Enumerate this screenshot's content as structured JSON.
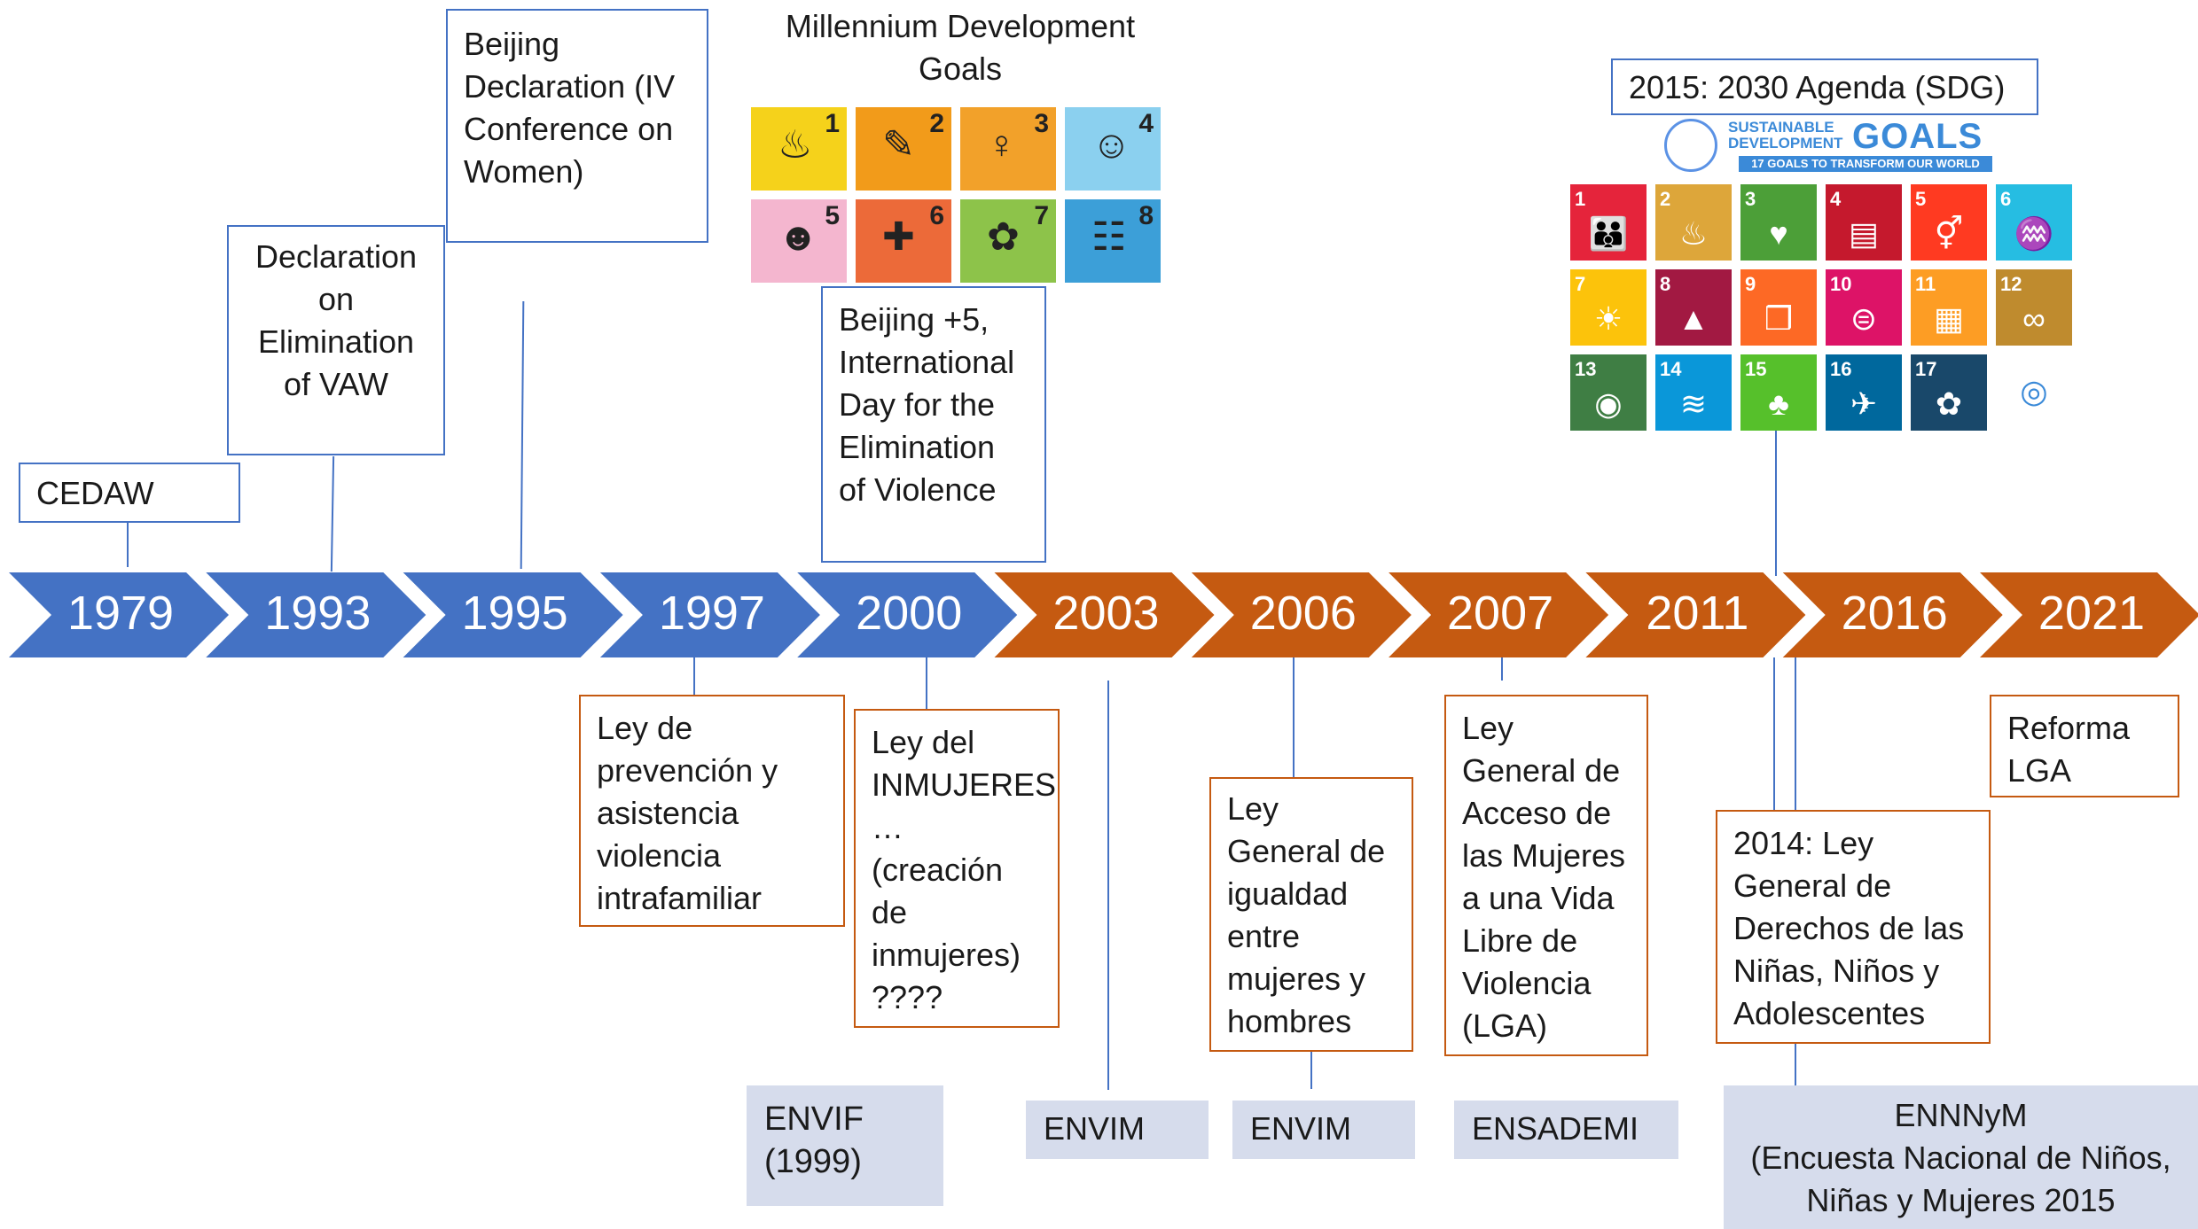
{
  "timeline": {
    "years": [
      "1979",
      "1993",
      "1995",
      "1997",
      "2000",
      "2003",
      "2006",
      "2007",
      "2011",
      "2016",
      "2021"
    ],
    "colors": {
      "blue": "#4472c4",
      "orange": "#c55a11",
      "survey_bg": "#d6dcec"
    }
  },
  "events_top": {
    "cedaw": "CEDAW",
    "vaw": [
      "Declaration",
      "on",
      "Elimination",
      "of VAW"
    ],
    "beijing": [
      "Beijing",
      "Declaration (IV",
      "Conference on",
      "Women)"
    ],
    "mdg_title": [
      "Millennium Development",
      "Goals"
    ],
    "beijing5": [
      "Beijing +5,",
      "International",
      "Day for the",
      "Elimination",
      "of Violence"
    ],
    "sdg_title": "2015: 2030 Agenda (SDG)"
  },
  "events_bottom": {
    "ley1997": [
      "Ley de",
      "prevención y",
      "asistencia",
      "violencia",
      "intrafamiliar"
    ],
    "ley2000": [
      "Ley del",
      "INMUJERES",
      "…",
      "(creación",
      "de",
      "inmujeres)",
      "????"
    ],
    "ley2006": [
      "Ley",
      "General de",
      "igualdad",
      "entre",
      "mujeres y",
      "hombres"
    ],
    "ley2007": [
      "Ley",
      "General de",
      "Acceso de",
      "las Mujeres",
      "a una Vida",
      "Libre de",
      "Violencia",
      "(LGA)"
    ],
    "ley2014": [
      "2014: Ley",
      "General de",
      "Derechos de las",
      "Niñas, Niños y",
      "Adolescentes"
    ],
    "reforma": [
      "Reforma",
      "LGA"
    ]
  },
  "surveys": {
    "envif": [
      "ENVIF",
      "(1999)"
    ],
    "envim1": "ENVIM",
    "envim2": "ENVIM",
    "ensademi": "ENSADEMI",
    "ennnym": [
      "ENNNyM",
      "(Encuesta Nacional de Niños,",
      "Niñas y Mujeres 2015"
    ]
  },
  "mdg_tiles": [
    {
      "n": "1",
      "icon": "bowl-icon",
      "color": "#f5d21b"
    },
    {
      "n": "2",
      "icon": "pencil-icon",
      "color": "#f29b1a"
    },
    {
      "n": "3",
      "icon": "female-icon",
      "color": "#f2a12a"
    },
    {
      "n": "4",
      "icon": "child-icon",
      "color": "#8bd0ef"
    },
    {
      "n": "5",
      "icon": "pregnant-icon",
      "color": "#f4b6cf"
    },
    {
      "n": "6",
      "icon": "medicine-icon",
      "color": "#ec6a39"
    },
    {
      "n": "7",
      "icon": "leaf-icon",
      "color": "#8dc34a"
    },
    {
      "n": "8",
      "icon": "people-icon",
      "color": "#3c9fd8"
    }
  ],
  "sdg_logo": {
    "line1": "SUSTAINABLE",
    "line2": "DEVELOPMENT",
    "goals": "GOALS",
    "tagline": "17 GOALS TO TRANSFORM OUR WORLD"
  },
  "sdg_tiles": [
    {
      "n": "1",
      "color": "#e5243b",
      "icon": "family-icon"
    },
    {
      "n": "2",
      "color": "#dda63a",
      "icon": "bowl-icon"
    },
    {
      "n": "3",
      "color": "#4c9f38",
      "icon": "heartbeat-icon"
    },
    {
      "n": "4",
      "color": "#c5192d",
      "icon": "book-icon"
    },
    {
      "n": "5",
      "color": "#ff3a21",
      "icon": "gender-icon"
    },
    {
      "n": "6",
      "color": "#26bde2",
      "icon": "water-icon"
    },
    {
      "n": "7",
      "color": "#fcc30b",
      "icon": "sun-icon"
    },
    {
      "n": "8",
      "color": "#a21942",
      "icon": "growth-icon"
    },
    {
      "n": "9",
      "color": "#fd6925",
      "icon": "cubes-icon"
    },
    {
      "n": "10",
      "color": "#dd1367",
      "icon": "equal-icon"
    },
    {
      "n": "11",
      "color": "#fd9d24",
      "icon": "city-icon"
    },
    {
      "n": "12",
      "color": "#bf8b2e",
      "icon": "infinity-icon"
    },
    {
      "n": "13",
      "color": "#3f7e44",
      "icon": "eye-icon"
    },
    {
      "n": "14",
      "color": "#0a97d9",
      "icon": "fish-icon"
    },
    {
      "n": "15",
      "color": "#56c02b",
      "icon": "tree-icon"
    },
    {
      "n": "16",
      "color": "#00689d",
      "icon": "dove-icon"
    },
    {
      "n": "17",
      "color": "#19486a",
      "icon": "flower-icon"
    },
    {
      "n": "",
      "color": "#ffffff",
      "icon": "sdg-wheel-icon"
    }
  ]
}
